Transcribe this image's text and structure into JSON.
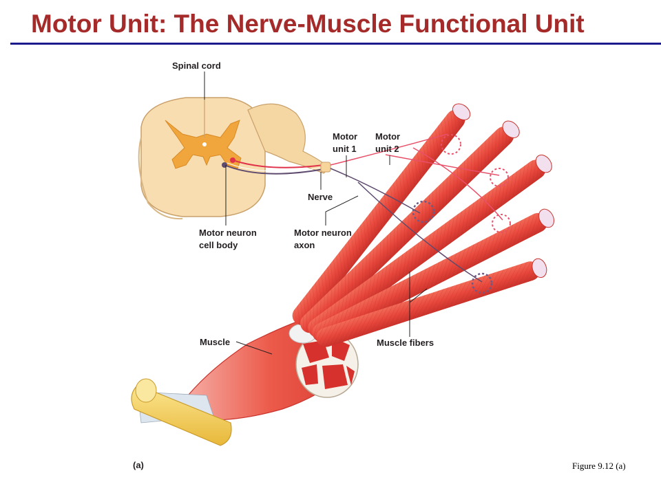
{
  "slide": {
    "title": "Motor Unit: The Nerve-Muscle Functional Unit",
    "caption": "Figure 9.12 (a)"
  },
  "colors": {
    "title": "#A52A2A",
    "rule": "#1a1a8c",
    "muscle": "#e8473c",
    "spinal_cord": "#f7ddb0",
    "gray_matter": "#f0a63c",
    "tendon": "#f7cf5a",
    "axon_unit1": "#5e4a6e",
    "axon_unit2": "#e8506a"
  },
  "diagram": {
    "labels": {
      "spinal_cord": "Spinal cord",
      "motor_unit_1_line1": "Motor",
      "motor_unit_1_line2": "unit 1",
      "motor_unit_2_line1": "Motor",
      "motor_unit_2_line2": "unit 2",
      "nerve": "Nerve",
      "cell_body_line1": "Motor neuron",
      "cell_body_line2": "cell body",
      "axon_line1": "Motor neuron",
      "axon_line2": "axon",
      "muscle": "Muscle",
      "muscle_fibers": "Muscle fibers",
      "panel": "(a)"
    }
  }
}
